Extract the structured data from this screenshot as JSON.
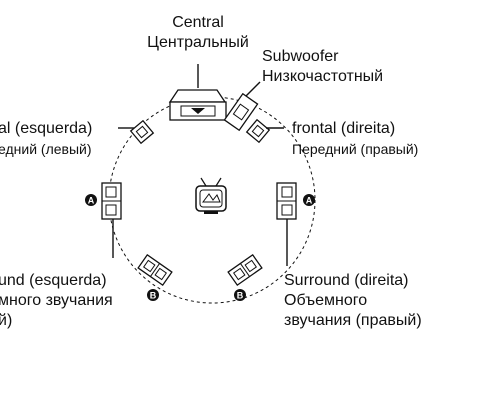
{
  "labels": {
    "central_en": "Central",
    "central_ru": "Центральный",
    "subwoofer_en": "Subwoofer",
    "subwoofer_ru": "Низкочастотный",
    "front_left_pt": "al (esquerda)",
    "front_left_ru": "едний (левый)",
    "front_right_pt": "frontal (direita)",
    "front_right_ru": "Передний (правый)",
    "surround_left_pt": "und (esquerda)",
    "surround_left_ru": "много звучания",
    "surround_left_ru2": "й)",
    "surround_right_pt": "Surround (direita)",
    "surround_right_ru": "Объемного",
    "surround_right_ru2": "звучания (правый)"
  },
  "badges": {
    "a": "A",
    "b": "B"
  },
  "colors": {
    "line": "#111111",
    "badge": "#111111",
    "background": "#ffffff"
  }
}
